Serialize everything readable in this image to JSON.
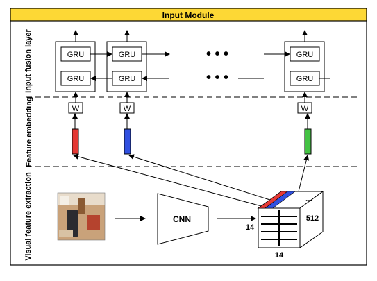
{
  "header": {
    "title": "Input Module",
    "color": "#fdd835"
  },
  "sections": {
    "fusion": "Input fusion layer",
    "embedding": "Feature embedding",
    "visual": "Visual feature extraction"
  },
  "fusion_layer": {
    "unit_label": "GRU",
    "ellipsis": "• • •"
  },
  "embedding": {
    "weight_label": "W",
    "colors": [
      "#e53935",
      "#3050e0",
      "#43c243"
    ]
  },
  "cnn_label": "CNN",
  "feature_map": {
    "dims": [
      "512",
      "14",
      "14"
    ],
    "dots": "..."
  },
  "photo": {
    "icon": "photo-icon"
  }
}
